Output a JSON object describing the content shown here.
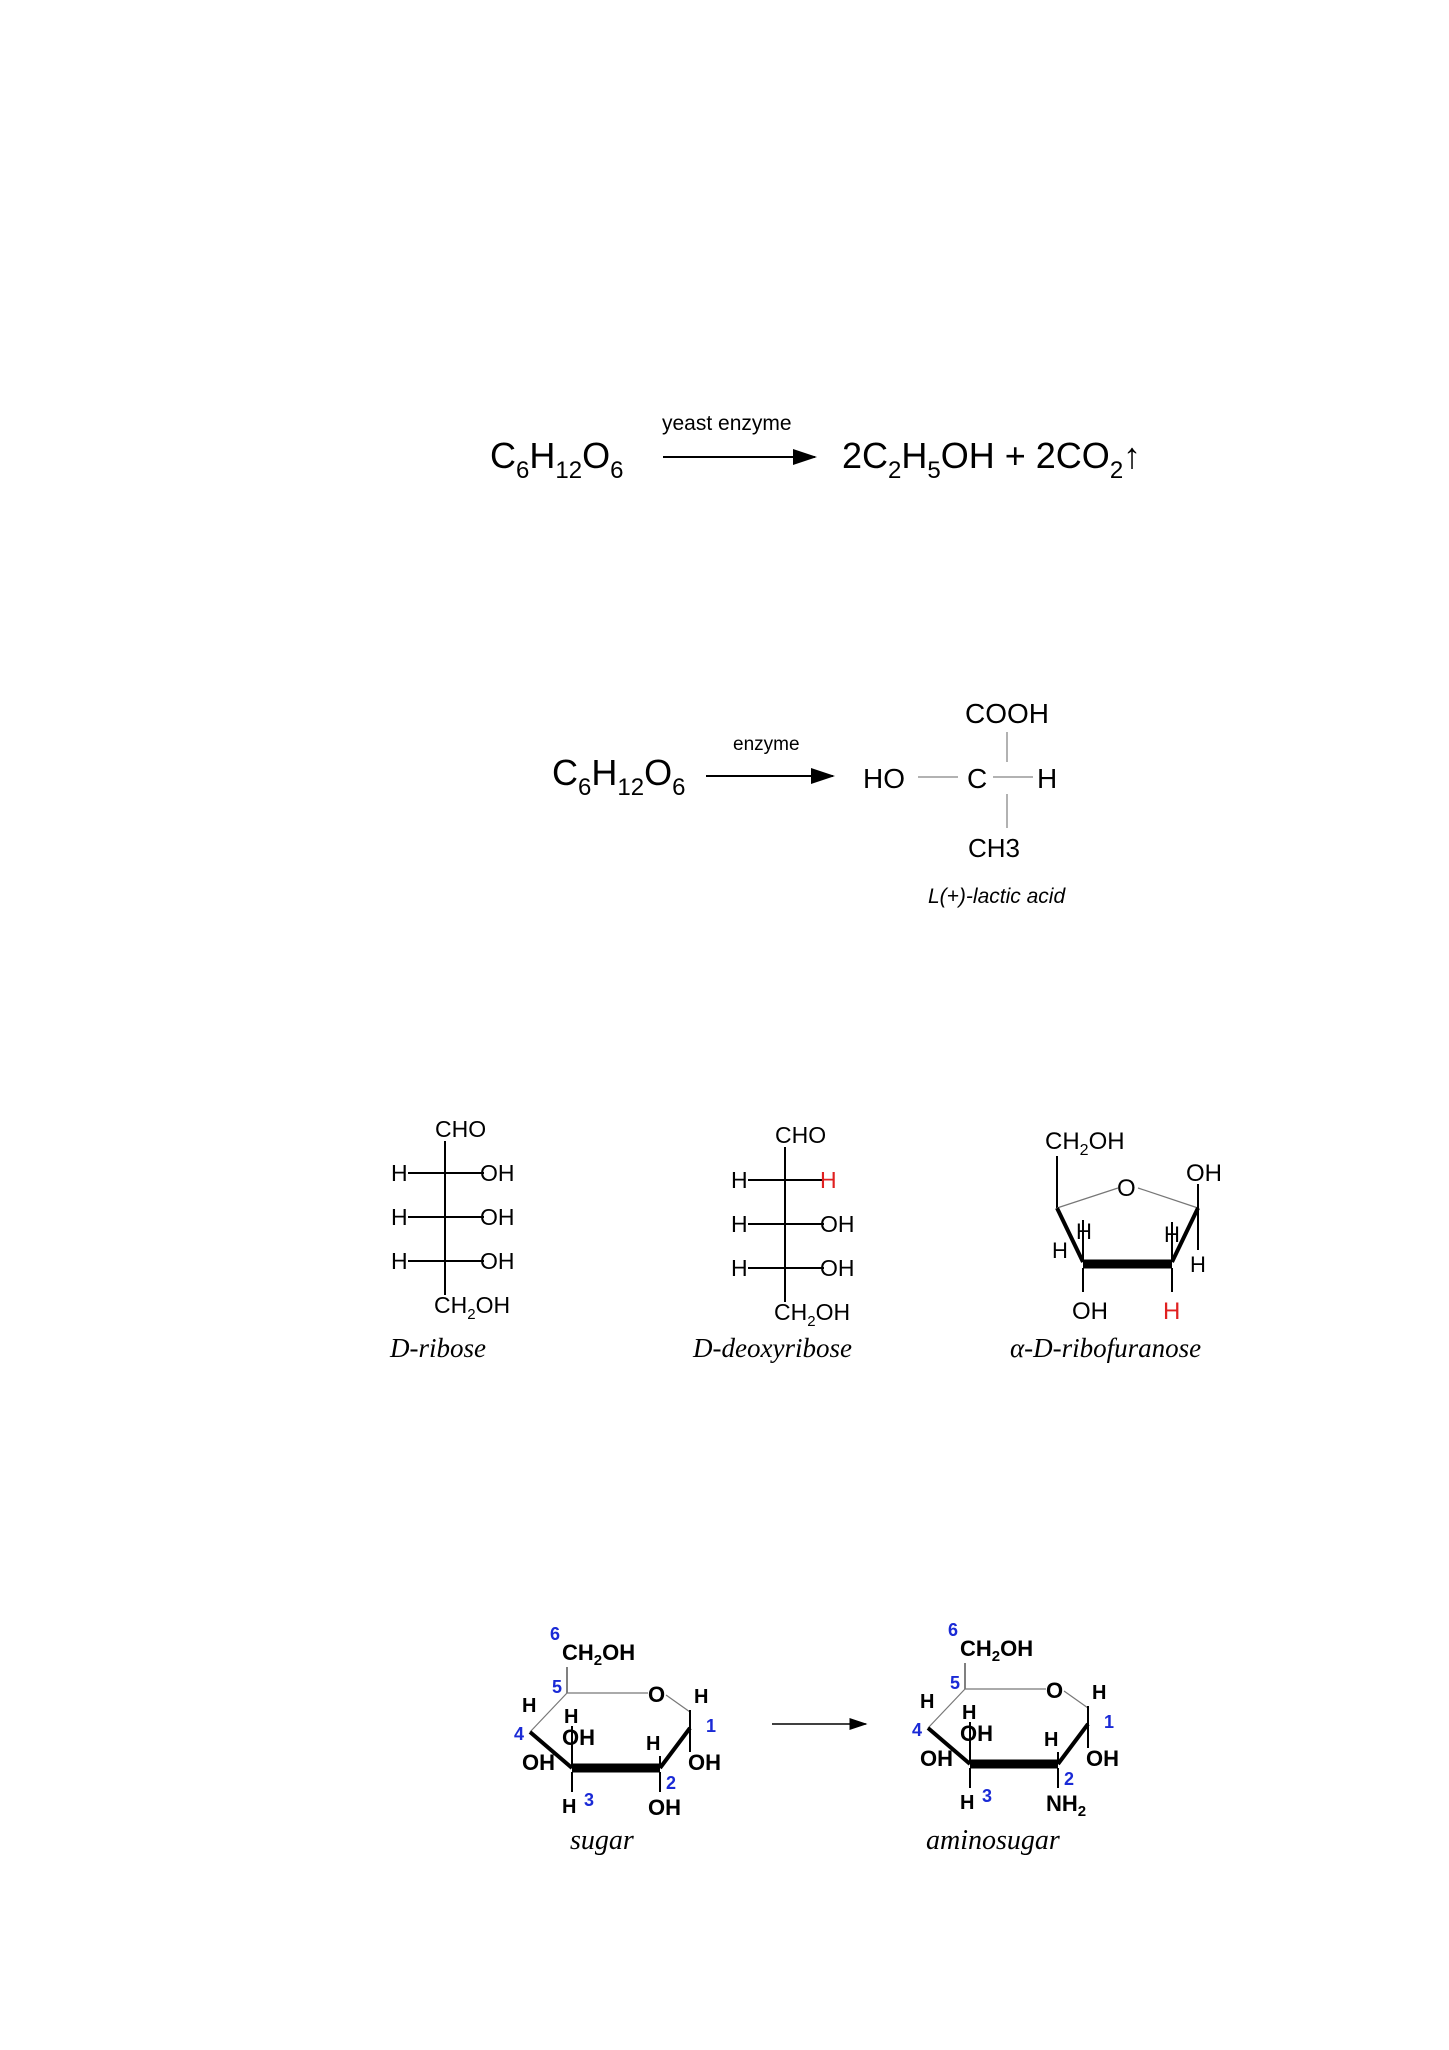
{
  "reactions": {
    "fermentation": {
      "reactant_base": "C",
      "reactant_s1": "6",
      "reactant_h": "H",
      "reactant_s2": "12",
      "reactant_o": "O",
      "reactant_s3": "6",
      "arrow_label": "yeast enzyme",
      "product_a": "2C",
      "product_a_s1": "2",
      "product_a_h": "H",
      "product_a_s2": "5",
      "product_a_oh": "OH + 2CO",
      "product_a_s3": "2",
      "gas_arrow": "↑"
    },
    "lactic": {
      "reactant_base": "C",
      "reactant_s1": "6",
      "reactant_h": "H",
      "reactant_s2": "12",
      "reactant_o": "O",
      "reactant_s3": "6",
      "arrow_label": "enzyme",
      "top_group": "COOH",
      "left_group": "HO",
      "center_atom": "C",
      "right_group": "H",
      "bottom_group": "CH3",
      "caption": "L(+)-lactic acid"
    }
  },
  "ribose": {
    "top": "CHO",
    "rows": [
      {
        "left": "H",
        "right": "OH"
      },
      {
        "left": "H",
        "right": "OH"
      },
      {
        "left": "H",
        "right": "OH"
      }
    ],
    "bottom_base": "CH",
    "bottom_sub": "2",
    "bottom_tail": "OH",
    "caption": "D-ribose"
  },
  "deoxyribose": {
    "top": "CHO",
    "rows": [
      {
        "left": "H",
        "right": "H"
      },
      {
        "left": "H",
        "right": "OH"
      },
      {
        "left": "H",
        "right": "OH"
      }
    ],
    "highlight_color": "#e02020",
    "bottom_base": "CH",
    "bottom_sub": "2",
    "bottom_tail": "OH",
    "caption": "D-deoxyribose"
  },
  "ribofuranose": {
    "ch2oh_base": "CH",
    "ch2oh_sub": "2",
    "ch2oh_tail": "OH",
    "ring_o": "O",
    "oh_right": "OH",
    "h_labels": [
      "H",
      "H",
      "H",
      "H"
    ],
    "oh_bottom": "OH",
    "h_red": "H",
    "caption": "α-D-ribofuranose"
  },
  "pyranose": {
    "number_color": "#1a2ad6",
    "sugar": {
      "ch2oh_base": "CH",
      "ch2oh_sub": "2",
      "ch2oh_tail": "OH",
      "ring_o": "O",
      "numbers": [
        "1",
        "2",
        "3",
        "4",
        "5",
        "6"
      ],
      "labels": {
        "h_left": "H",
        "h_c4_up": "H",
        "oh_c4": "OH",
        "oh_c4_left": "OH",
        "h_c3": "H",
        "oh_c2": "OH",
        "h_c2": "H",
        "h_c1": "H",
        "oh_c1": "OH"
      },
      "caption": "sugar"
    },
    "aminosugar": {
      "ch2oh_base": "CH",
      "ch2oh_sub": "2",
      "ch2oh_tail": "OH",
      "ring_o": "O",
      "numbers": [
        "1",
        "2",
        "3",
        "4",
        "5",
        "6"
      ],
      "labels": {
        "h_left": "H",
        "h_c4_up": "H",
        "oh_c4": "OH",
        "oh_c4_left": "OH",
        "h_c3": "H",
        "nh2_base": "NH",
        "nh2_sub": "2",
        "h_c2": "H",
        "h_c1": "H",
        "oh_c1": "OH"
      },
      "caption": "aminosugar"
    }
  }
}
